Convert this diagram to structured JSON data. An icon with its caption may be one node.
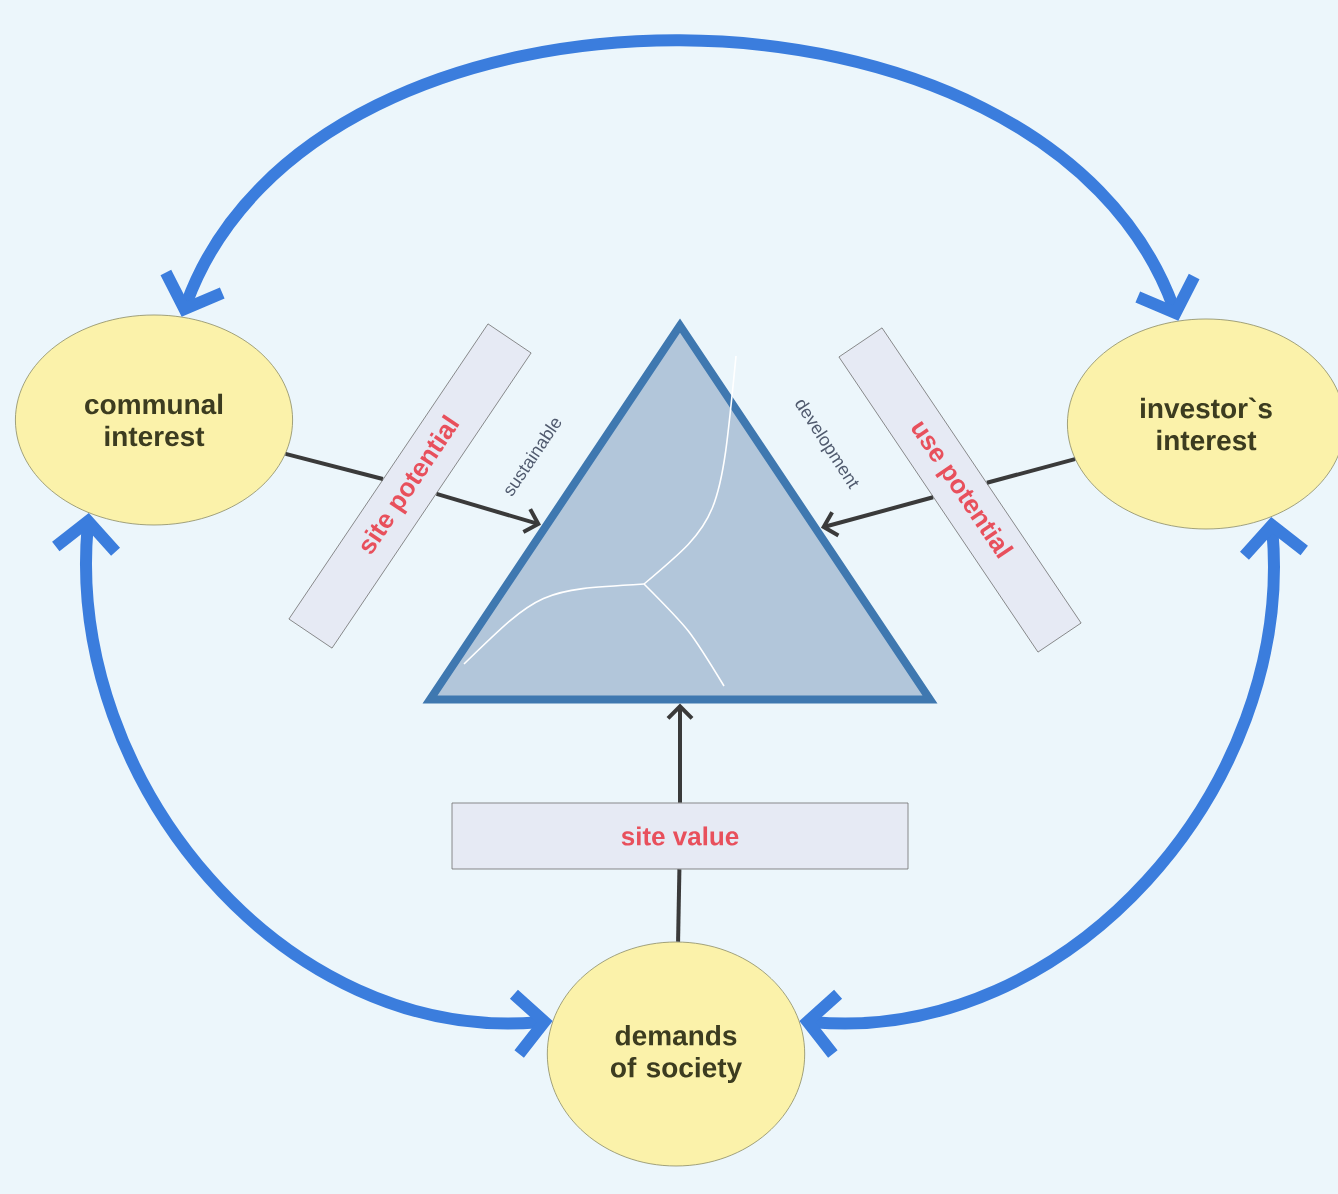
{
  "diagram": {
    "nodes": [
      {
        "text": [
          "communal interest"
        ]
      },
      {
        "text": [
          "investor`s interest"
        ]
      },
      {
        "text": [
          "sustainable",
          "development"
        ]
      },
      {
        "text": [
          "site potential"
        ]
      },
      {
        "text": [
          "use potential"
        ]
      },
      {
        "text": [
          "site value"
        ]
      },
      {
        "text": [
          "demands of society"
        ]
      }
    ],
    "edges": [
      {
        "from": 0,
        "to": 1,
        "arrow": "both",
        "style": "thick",
        "color": "#3b7ddd"
      },
      {
        "from": 0,
        "to": 6,
        "arrow": "both",
        "style": "thick",
        "color": "#3b7ddd"
      },
      {
        "from": 1,
        "to": 6,
        "arrow": "both",
        "style": "thick",
        "color": "#3b7ddd"
      },
      {
        "from": 0,
        "to": 3,
        "arrow": "none"
      },
      {
        "from": 3,
        "to": 2,
        "arrow": "to"
      },
      {
        "from": 1,
        "to": 4,
        "arrow": "none"
      },
      {
        "from": 4,
        "to": 2,
        "arrow": "to"
      },
      {
        "from": 6,
        "to": 5,
        "arrow": "none"
      },
      {
        "from": 5,
        "to": 2,
        "arrow": "to"
      }
    ]
  }
}
